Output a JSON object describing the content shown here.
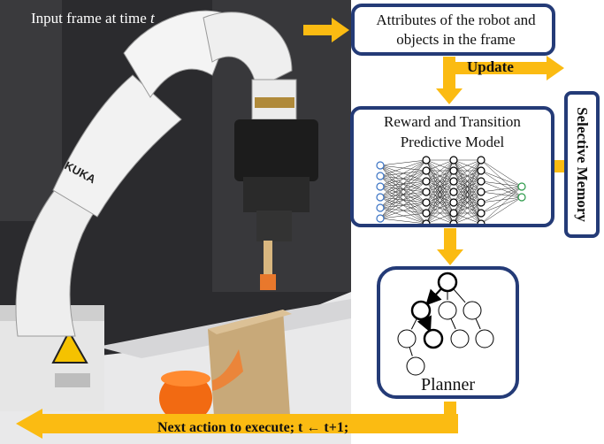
{
  "caption": {
    "prefix": "Input frame at time ",
    "var": "t"
  },
  "boxes": {
    "attributes": "Attributes of the robot and objects in the frame",
    "reward_line1": "Reward and Transition",
    "reward_line2": "Predictive Model",
    "memory": "Selective Memory",
    "planner": "Planner"
  },
  "labels": {
    "update": "Update",
    "next_action": "Next action  to execute; t ← t+1;"
  },
  "colors": {
    "arrow": "#fbbb12",
    "box_border": "#243b77",
    "input_node": "#3a73c4",
    "output_node": "#2b9a49"
  }
}
